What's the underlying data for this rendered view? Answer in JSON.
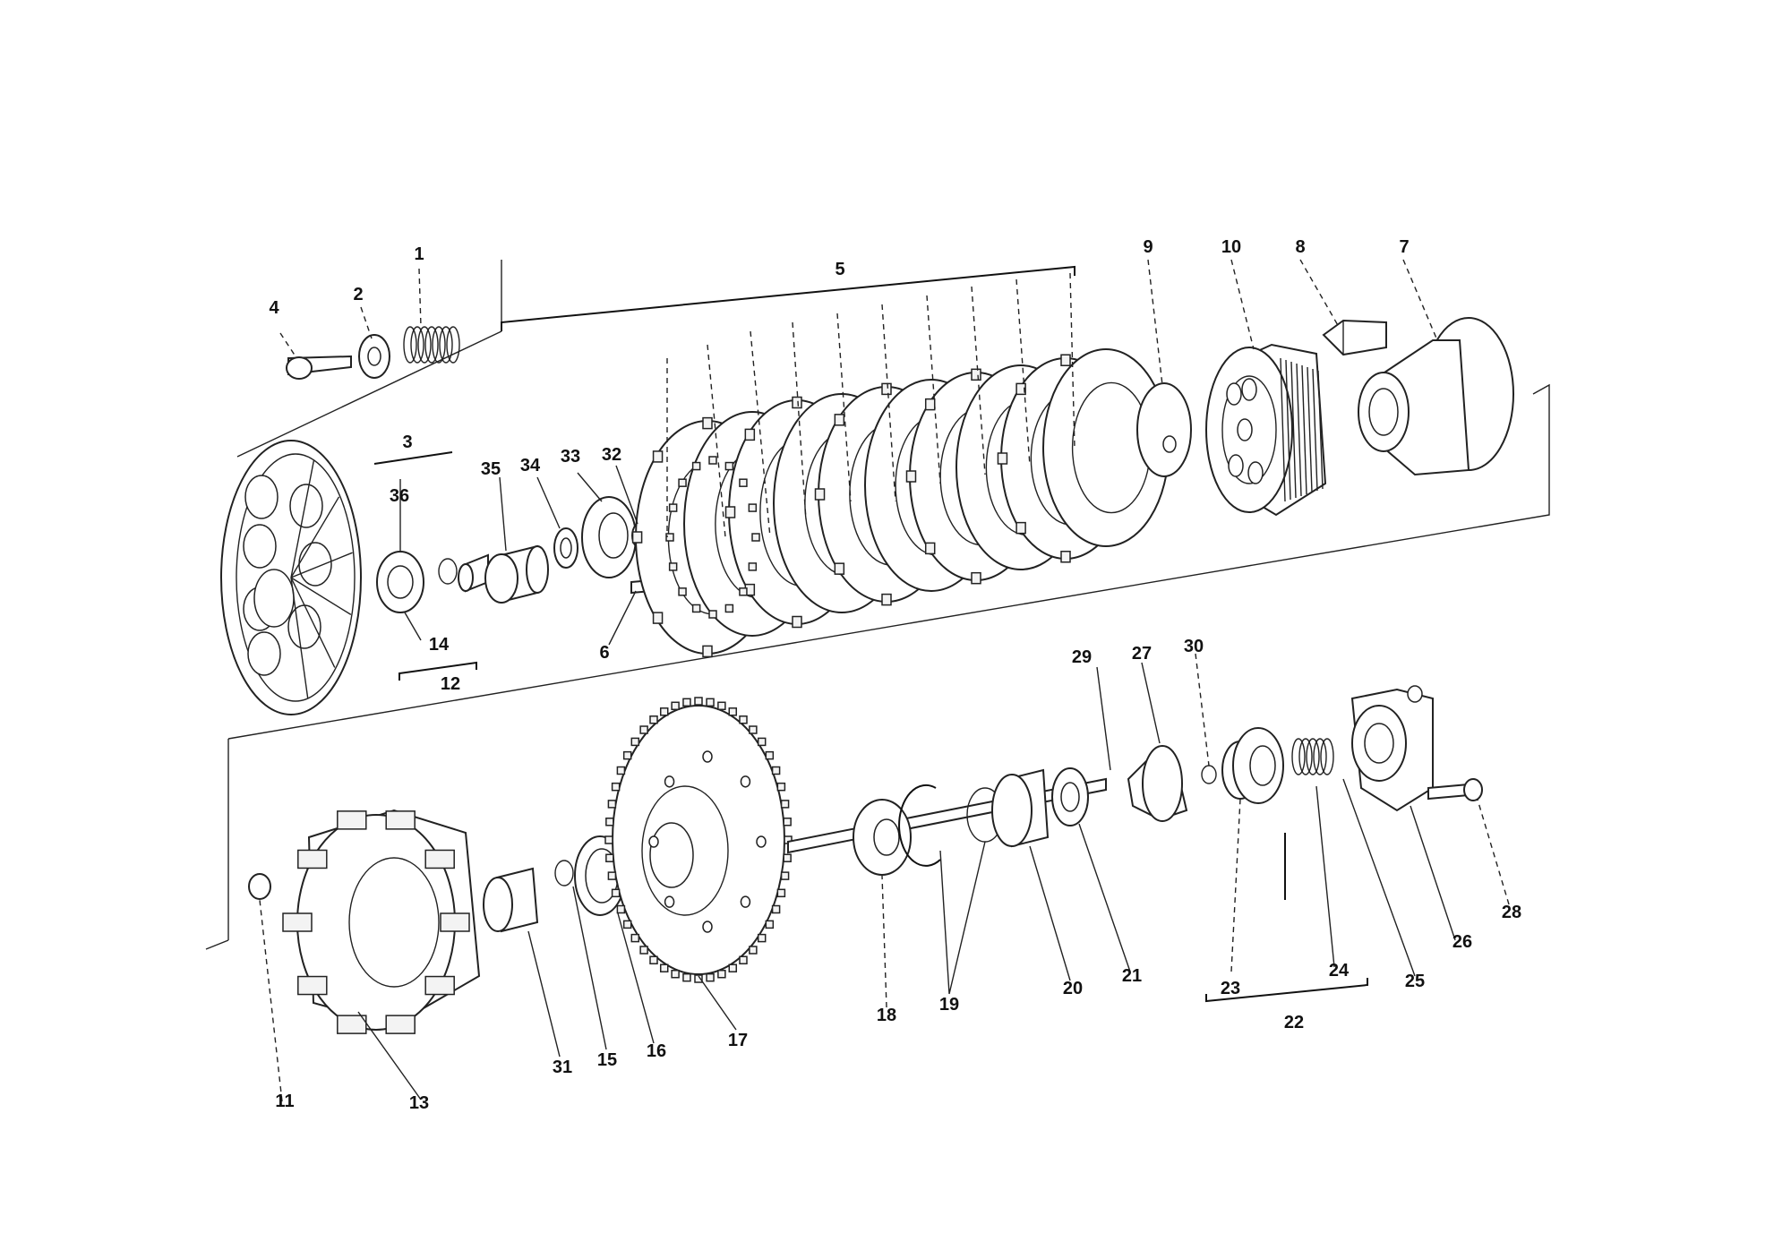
{
  "labels": [
    {
      "id": "1",
      "text": "1"
    },
    {
      "id": "2",
      "text": "2"
    },
    {
      "id": "3",
      "text": "3"
    },
    {
      "id": "4",
      "text": "4"
    },
    {
      "id": "5",
      "text": "5"
    },
    {
      "id": "6",
      "text": "6"
    },
    {
      "id": "7",
      "text": "7"
    },
    {
      "id": "8",
      "text": "8"
    },
    {
      "id": "9",
      "text": "9"
    },
    {
      "id": "10",
      "text": "10"
    },
    {
      "id": "11",
      "text": "11"
    },
    {
      "id": "12",
      "text": "12"
    },
    {
      "id": "13",
      "text": "13"
    },
    {
      "id": "14",
      "text": "14"
    },
    {
      "id": "15",
      "text": "15"
    },
    {
      "id": "16",
      "text": "16"
    },
    {
      "id": "17",
      "text": "17"
    },
    {
      "id": "18",
      "text": "18"
    },
    {
      "id": "19",
      "text": "19"
    },
    {
      "id": "20",
      "text": "20"
    },
    {
      "id": "21",
      "text": "21"
    },
    {
      "id": "22",
      "text": "22"
    },
    {
      "id": "23",
      "text": "23"
    },
    {
      "id": "24",
      "text": "24"
    },
    {
      "id": "25",
      "text": "25"
    },
    {
      "id": "26",
      "text": "26"
    },
    {
      "id": "27",
      "text": "27"
    },
    {
      "id": "28",
      "text": "28"
    },
    {
      "id": "29",
      "text": "29"
    },
    {
      "id": "30",
      "text": "30"
    },
    {
      "id": "31",
      "text": "31"
    },
    {
      "id": "32",
      "text": "32"
    },
    {
      "id": "33",
      "text": "33"
    },
    {
      "id": "34",
      "text": "34"
    },
    {
      "id": "35",
      "text": "35"
    },
    {
      "id": "36",
      "text": "36"
    }
  ]
}
